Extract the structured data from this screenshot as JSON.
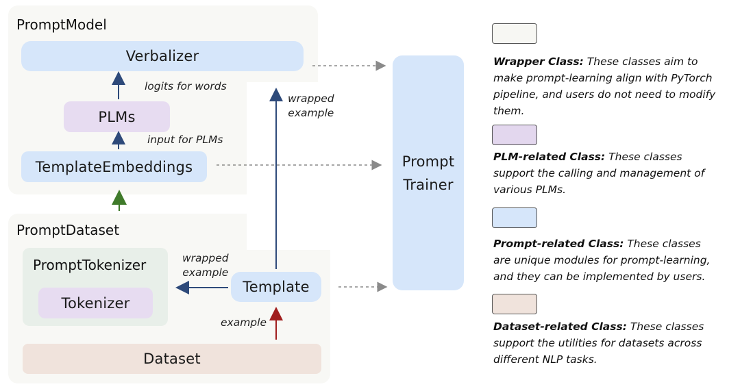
{
  "groups": {
    "prompt_model": "PromptModel",
    "prompt_dataset": "PromptDataset",
    "prompt_tokenizer": "PromptTokenizer"
  },
  "boxes": {
    "verbalizer": "Verbalizer",
    "plms": "PLMs",
    "template_embeddings": "TemplateEmbeddings",
    "tokenizer": "Tokenizer",
    "template": "Template",
    "dataset": "Dataset",
    "prompt_trainer_line1": "Prompt",
    "prompt_trainer_line2": "Trainer"
  },
  "edge_labels": {
    "logits_for_words": "logits for words",
    "input_for_plms": "input for PLMs",
    "wrapped_example_top_1": "wrapped",
    "wrapped_example_top_2": "example",
    "wrapped_example_left_1": "wrapped",
    "wrapped_example_left_2": "example",
    "example": "example"
  },
  "legend": [
    {
      "swatch_color": "#f7f7f3",
      "title": "Wrapper Class:",
      "text": " These classes aim to make prompt-learning align with PyTorch pipeline, and users do not need to modify them."
    },
    {
      "swatch_color": "#e3d7ee",
      "title": "PLM-related Class:",
      "text": " These classes support the calling and management of various PLMs."
    },
    {
      "swatch_color": "#d6e6fa",
      "title": "Prompt-related Class:",
      "text": " These classes are unique modules for prompt-learning, and they can be implemented by users."
    },
    {
      "swatch_color": "#f0e3dc",
      "title": "Dataset-related Class:",
      "text": "  These classes support the utilities for datasets across different NLP tasks."
    }
  ],
  "colors": {
    "arrow_blue": "#2e4a7a",
    "arrow_green": "#3f7a2a",
    "arrow_red": "#a01e1e",
    "arrow_gray": "#8a8a8a"
  }
}
